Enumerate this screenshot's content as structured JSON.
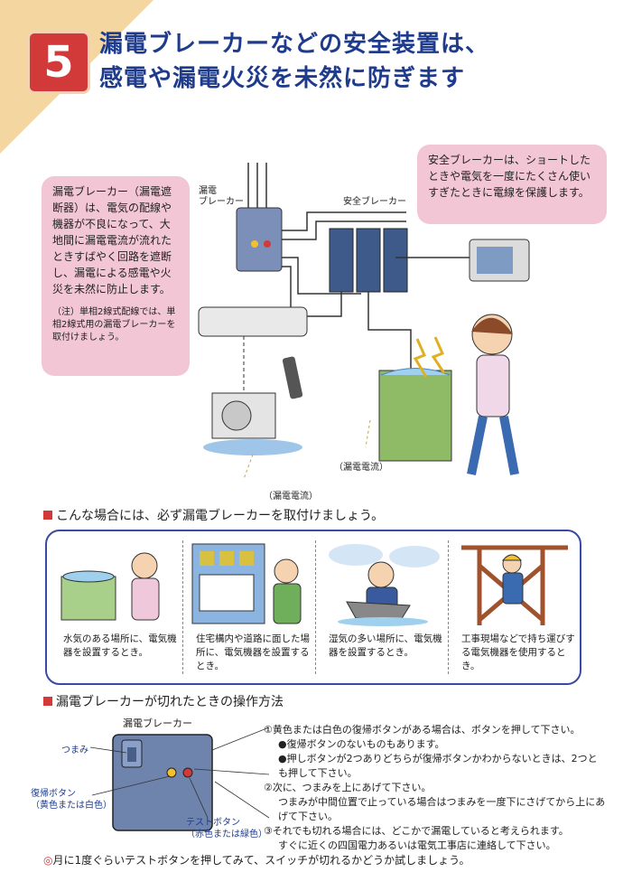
{
  "header": {
    "number": "5",
    "title_line1": "漏電ブレーカーなどの安全装置は、",
    "title_line2": "感電や漏電火災を未然に防ぎます"
  },
  "left_bubble": {
    "text": "漏電ブレーカー（漏電遮断器）は、電気の配線や機器が不良になって、大地間に漏電電流が流れたときすばやく回路を遮断し、漏電による感電や火災を未然に防止します。",
    "note": "（注）単相2線式配線では、単相2線式用の漏電ブレーカーを取付けましょう。"
  },
  "right_bubble": {
    "text": "安全ブレーカーは、ショートしたときや電気を一度にたくさん使いすぎたときに電線を保護します。"
  },
  "diagram_labels": {
    "leak_breaker": "漏電\nブレーカー",
    "safety_breaker": "安全ブレーカー",
    "leak_current_1": "（漏電電流）",
    "leak_current_2": "（漏電電流）"
  },
  "section1": {
    "heading": "こんな場合には、必ず漏電ブレーカーを取付けましょう。",
    "panels": [
      {
        "caption": "水気のある場所に、電気機器を設置するとき。"
      },
      {
        "caption": "住宅構内や道路に面した場所に、電気機器を設置するとき。"
      },
      {
        "caption": "湿気の多い場所に、電気機器を設置するとき。"
      },
      {
        "caption": "工事現場などで持ち運びする電気機器を使用するとき。"
      }
    ]
  },
  "section2": {
    "heading": "漏電ブレーカーが切れたときの操作方法",
    "device_title": "漏電ブレーカー",
    "label_knob": "つまみ",
    "label_reset": "復帰ボタン\n（黄色または白色）",
    "label_test": "テストボタン\n（赤色または緑色）",
    "steps": [
      "①黄色または白色の復帰ボタンがある場合は、ボタンを押して下さい。",
      "●復帰ボタンのないものもあります。",
      "●押しボタンが2つありどちらが復帰ボタンかわからないときは、2つとも押して下さい。",
      "②次に、つまみを上にあげて下さい。",
      "つまみが中間位置で止っている場合はつまみを一度下にさげてから上にあげて下さい。",
      "③それでも切れる場合には、どこかで漏電していると考えられます。",
      "すぐに近くの四国電力あるいは電気工事店に連絡して下さい。"
    ]
  },
  "footer": {
    "mark": "◎",
    "text": "月に1度ぐらいテストボタンを押してみて、スイッチが切れるかどうか試しましょう。"
  },
  "colors": {
    "accent_red": "#d23a3a",
    "title_blue": "#1f3b8c",
    "bubble_pink": "#f3c6d6",
    "corner_peach": "#f4d6a0"
  }
}
